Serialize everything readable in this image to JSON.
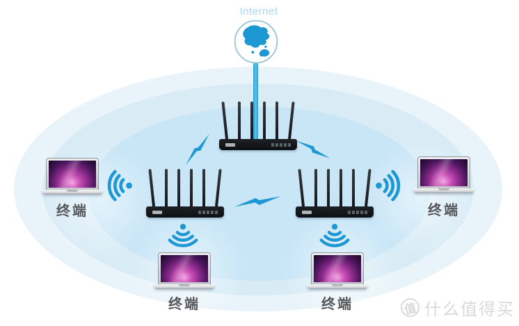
{
  "labels": {
    "internet": "Internet"
  },
  "terminals": [
    {
      "id": "terminal-left",
      "label": "终端"
    },
    {
      "id": "terminal-right",
      "label": "终端"
    },
    {
      "id": "terminal-bottom-left",
      "label": "终端"
    },
    {
      "id": "terminal-bottom-right",
      "label": "终端"
    }
  ],
  "routers": [
    {
      "id": "router-main",
      "antennas": 6
    },
    {
      "id": "router-mesh-left",
      "antennas": 6
    },
    {
      "id": "router-mesh-right",
      "antennas": 6
    }
  ],
  "links": [
    {
      "from": "internet",
      "to": "router-main",
      "style": "wired-line"
    },
    {
      "from": "router-main",
      "to": "router-mesh-left",
      "style": "lightning"
    },
    {
      "from": "router-main",
      "to": "router-mesh-right",
      "style": "lightning"
    },
    {
      "from": "router-mesh-left",
      "to": "router-mesh-right",
      "style": "lightning"
    },
    {
      "from": "router-mesh-left",
      "to": "terminal-left",
      "style": "wifi"
    },
    {
      "from": "router-mesh-right",
      "to": "terminal-right",
      "style": "wifi"
    },
    {
      "from": "router-mesh-left",
      "to": "terminal-bottom-left",
      "style": "wifi"
    },
    {
      "from": "router-mesh-right",
      "to": "terminal-bottom-right",
      "style": "wifi"
    }
  ],
  "watermark": {
    "badge": "值",
    "text": "什么值得买"
  },
  "colors": {
    "accent": "#1e98d3",
    "trunk_line": "#3aaede",
    "internet_text": "#a5d8ee",
    "terminal_text": "#56575a",
    "watermark_text": "#d9d9d9",
    "router_body": "#1d2125",
    "ellipse_outer": "#e9f4fa",
    "ellipse_middle": "#d9ecf6",
    "ellipse_inner": "#c9e6f7"
  }
}
